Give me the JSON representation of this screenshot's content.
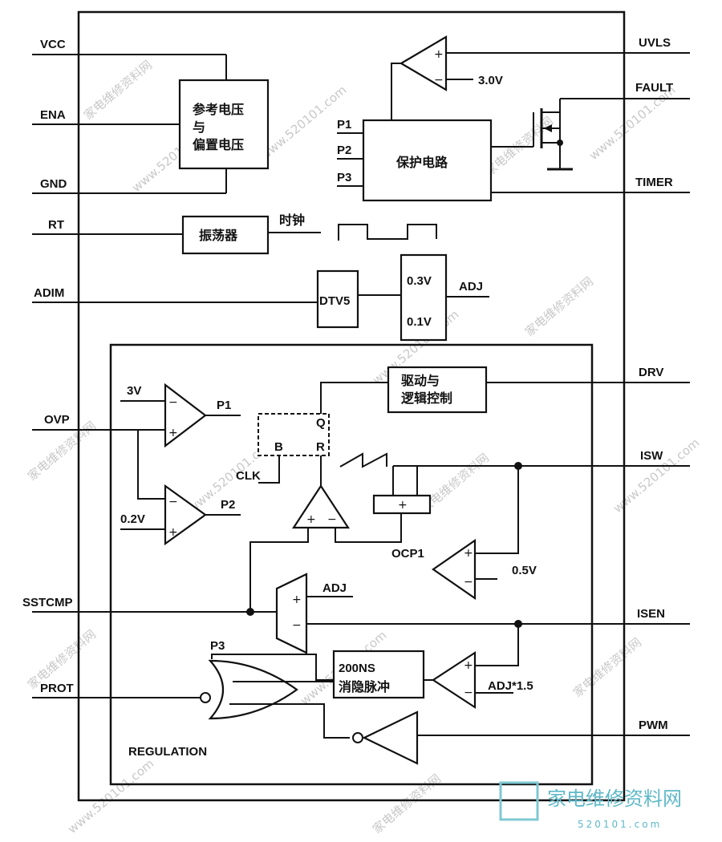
{
  "pins_left": {
    "vcc": "VCC",
    "ena": "ENA",
    "gnd": "GND",
    "rt": "RT",
    "adim": "ADIM",
    "ovp": "OVP",
    "sstcmp": "SSTCMP",
    "prot": "PROT"
  },
  "pins_right": {
    "uvls": "UVLS",
    "fault": "FAULT",
    "timer": "TIMER",
    "drv": "DRV",
    "isw": "ISW",
    "isen": "ISEN",
    "pwm": "PWM"
  },
  "blocks": {
    "ref_line1": "参考电压",
    "ref_line2": "与",
    "ref_line3": "偏置电压",
    "protect": "保护电路",
    "osc": "振荡器",
    "dtv5": "DTV5",
    "drive_line1": "驱动与",
    "drive_line2": "逻辑控制",
    "blank_line1": "200NS",
    "blank_line2": "消隐脉冲"
  },
  "labels": {
    "v30": "3.0V",
    "p1_in": "P1",
    "p2_in": "P2",
    "p3_in": "P3",
    "clock": "时钟",
    "v03": "0.3V",
    "v01": "0.1V",
    "adj": "ADJ",
    "v3": "3V",
    "p1_out": "P1",
    "v02": "0.2V",
    "p2_out": "P2",
    "clk": "CLK",
    "ff_q": "Q",
    "ff_b": "B",
    "ff_r": "R",
    "ocp1": "OCP1",
    "v05": "0.5V",
    "adj_amp": "ADJ",
    "p3_out": "P3",
    "adj15": "ADJ*1.5",
    "regulation": "REGULATION",
    "plus": "+",
    "minus": "−"
  },
  "watermark": {
    "site": "www.520101.com",
    "cn": "家电维修资料网",
    "logo_cn": "家电维修资料网",
    "logo_url": "520101.com"
  }
}
